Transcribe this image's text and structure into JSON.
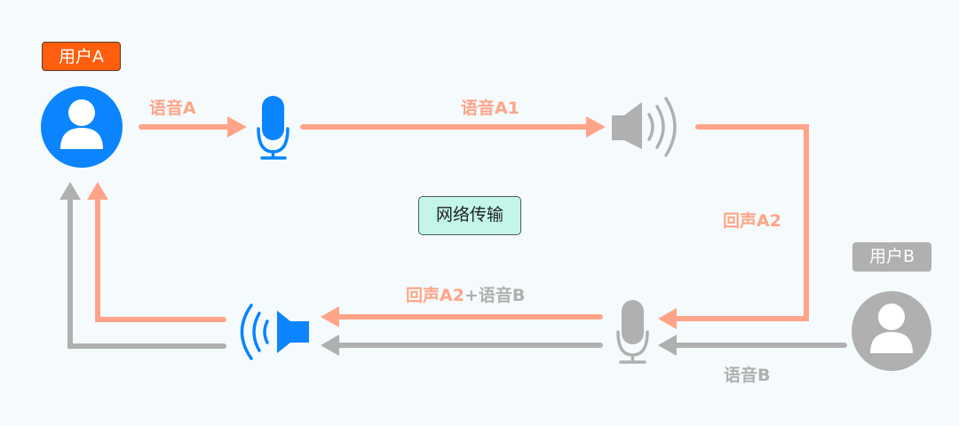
{
  "colors": {
    "background": "#f5fbfc",
    "user_a_blue": "#0a84ff",
    "user_a_badge": "#ff5e0f",
    "user_b_gray": "#b0b0b0",
    "echo_salmon": "#ffa488",
    "network_box": "#c3f6e8"
  },
  "users": {
    "a": {
      "badge": "用户A",
      "icon": "user-avatar-icon"
    },
    "b": {
      "badge": "用户B",
      "icon": "user-avatar-icon"
    }
  },
  "labels": {
    "voice_a": "语音A",
    "voice_a1": "语音A1",
    "echo_a2": "回声A2",
    "mixed_echo_part": "回声A2",
    "mixed_voice_part": "+语音B",
    "voice_b": "语音B",
    "network": "网络传输"
  },
  "icons": {
    "mic_a": "microphone-icon",
    "speaker_b": "speaker-icon",
    "mic_b": "microphone-icon",
    "speaker_a": "speaker-icon"
  }
}
